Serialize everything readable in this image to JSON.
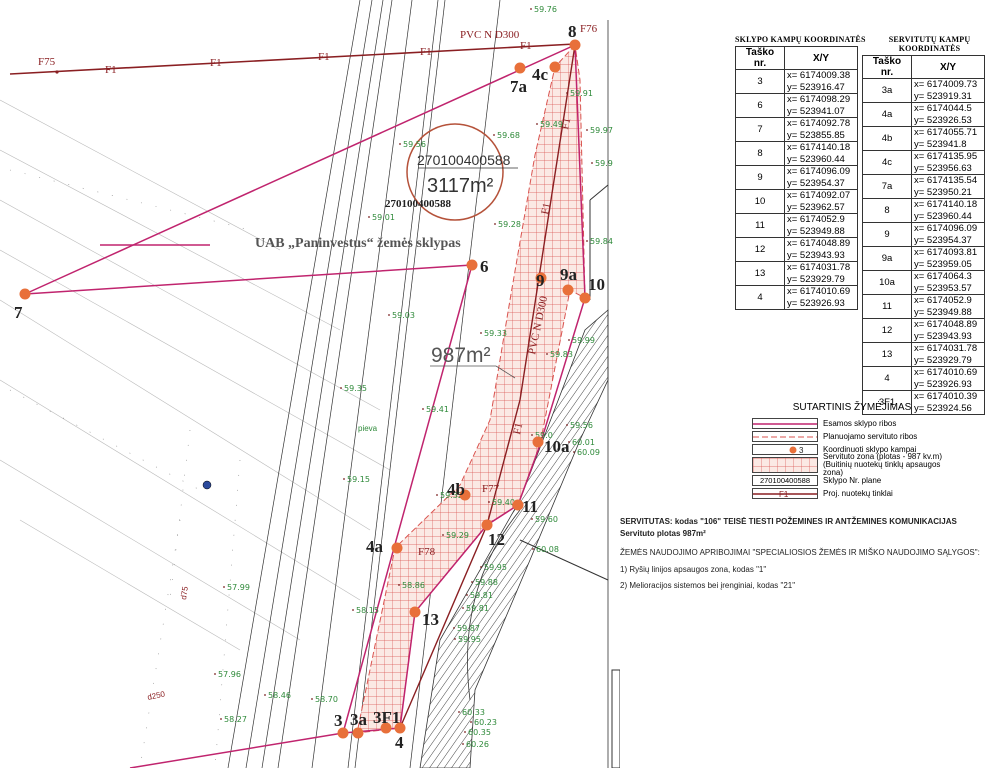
{
  "map": {
    "pipe_label": "PVC N D300",
    "line_code": "F1",
    "poles": [
      "F75",
      "F76",
      "F77",
      "F78"
    ],
    "cadastral_big": "270100400588",
    "cadastral_area": "3117m²",
    "cadastral_small": "270100400588",
    "owner_label": "UAB „Paninvestus“ žemės sklypas",
    "servitude_area": "987m²",
    "pipe_rotated": "PVC N D300",
    "grass": "pieva",
    "d75": "d75",
    "d250": "d250",
    "points": [
      "8",
      "7a",
      "4c",
      "7",
      "6",
      "9",
      "9a",
      "10",
      "10a",
      "4b",
      "11",
      "12",
      "4a",
      "13",
      "3",
      "3a",
      "3F1",
      "4"
    ],
    "elevations": [
      "59.76",
      "59.91",
      "59.49",
      "59.97",
      "59.56",
      "59.68",
      "59.9",
      "59.01",
      "59.28",
      "59.84",
      "59.03",
      "59.33",
      "59.35",
      "59.41",
      "59.99",
      "59.83",
      "59.56",
      "59.0",
      "60.01",
      "60.09",
      "59.15",
      "59.32",
      "59.40",
      "59.60",
      "59.29",
      "59.95",
      "60.08",
      "57.99",
      "59.88",
      "59.81",
      "58.15",
      "58.86",
      "59.81",
      "59.87",
      "59.95",
      "57.96",
      "58.46",
      "58.27",
      "58.70",
      "60.33",
      "60.23",
      "60.35",
      "60.26"
    ]
  },
  "table_parcel": {
    "title": "SKLYPO KAMPŲ KOORDINATĖS",
    "col1": "Taško nr.",
    "col2": "X/Y",
    "rows": [
      {
        "nr": "3",
        "x": "x= 6174009.38",
        "y": "y= 523916.47"
      },
      {
        "nr": "6",
        "x": "x= 6174098.29",
        "y": "y= 523941.07"
      },
      {
        "nr": "7",
        "x": "x= 6174092.78",
        "y": "y= 523855.85"
      },
      {
        "nr": "8",
        "x": "x= 6174140.18",
        "y": "y= 523960.44"
      },
      {
        "nr": "9",
        "x": "x= 6174096.09",
        "y": "y= 523954.37"
      },
      {
        "nr": "10",
        "x": "x= 6174092.07",
        "y": "y= 523962.57"
      },
      {
        "nr": "11",
        "x": "x= 6174052.9",
        "y": "y= 523949.88"
      },
      {
        "nr": "12",
        "x": "x= 6174048.89",
        "y": "y= 523943.93"
      },
      {
        "nr": "13",
        "x": "x= 6174031.78",
        "y": "y= 523929.79"
      },
      {
        "nr": "4",
        "x": "x= 6174010.69",
        "y": "y= 523926.93"
      }
    ]
  },
  "table_servitude": {
    "title": "SERVITUTŲ KAMPŲ KOORDINATĖS",
    "col1": "Taško nr.",
    "col2": "X/Y",
    "rows": [
      {
        "nr": "3a",
        "x": "x= 6174009.73",
        "y": "y= 523919.31"
      },
      {
        "nr": "4a",
        "x": "x= 6174044.5",
        "y": "y= 523926.53"
      },
      {
        "nr": "4b",
        "x": "x= 6174055.71",
        "y": "y= 523941.8"
      },
      {
        "nr": "4c",
        "x": "x= 6174135.95",
        "y": "y= 523956.63"
      },
      {
        "nr": "7a",
        "x": "x= 6174135.54",
        "y": "y= 523950.21"
      },
      {
        "nr": "8",
        "x": "x= 6174140.18",
        "y": "y= 523960.44"
      },
      {
        "nr": "9",
        "x": "x= 6174096.09",
        "y": "y= 523954.37"
      },
      {
        "nr": "9a",
        "x": "x= 6174093.81",
        "y": "y= 523959.05"
      },
      {
        "nr": "10a",
        "x": "x= 6174064.3",
        "y": "y= 523953.57"
      },
      {
        "nr": "11",
        "x": "x= 6174052.9",
        "y": "y= 523949.88"
      },
      {
        "nr": "12",
        "x": "x= 6174048.89",
        "y": "y= 523943.93"
      },
      {
        "nr": "13",
        "x": "x= 6174031.78",
        "y": "y= 523929.79"
      },
      {
        "nr": "4",
        "x": "x= 6174010.69",
        "y": "y= 523926.93"
      },
      {
        "nr": "3F1",
        "x": "x= 6174010.39",
        "y": "y= 523924.56"
      }
    ]
  },
  "legend": {
    "title": "SUTARTINIS ŽYMĖJIMAS",
    "items": [
      {
        "label": "Esamos sklypo ribos"
      },
      {
        "label": "Planuojamo servituto ribos"
      },
      {
        "label": "Koordinuoti sklypo kampai",
        "sym": "3"
      },
      {
        "label": "Servituto zona (plotas - 987 kv.m)",
        "label2": "(Buitinių nuotekų tinklų apsaugos zona)"
      },
      {
        "label": "Sklypo Nr. plane",
        "sym": "270100400588"
      },
      {
        "label": "Proj. nuotekų tinklai",
        "sym": "F1"
      }
    ]
  },
  "notes": {
    "servitude": "SERVITUTAS: kodas \"106\" TEISĖ TIESTI POŽEMINES IR ANTŽEMINES KOMUNIKACIJAS",
    "area": "Servituto plotas 987m²",
    "restrictions_title": "ŽEMĖS NAUDOJIMO APRIBOJIMAI \"SPECIALIOSIOS ŽEMĖS IR MIŠKO NAUDOJIMO SĄLYGOS\":",
    "r1": "1) Ryšių linijos apsaugos zona, kodas \"1\"",
    "r2": "2) Melioracijos sistemos bei įrenginiai, kodas \"21\""
  },
  "colors": {
    "boundary": "#c0246e",
    "servitude": "#d9534f",
    "pipe": "#8a1f22",
    "point": "#e8703a",
    "elev": "#2f8a3a"
  }
}
